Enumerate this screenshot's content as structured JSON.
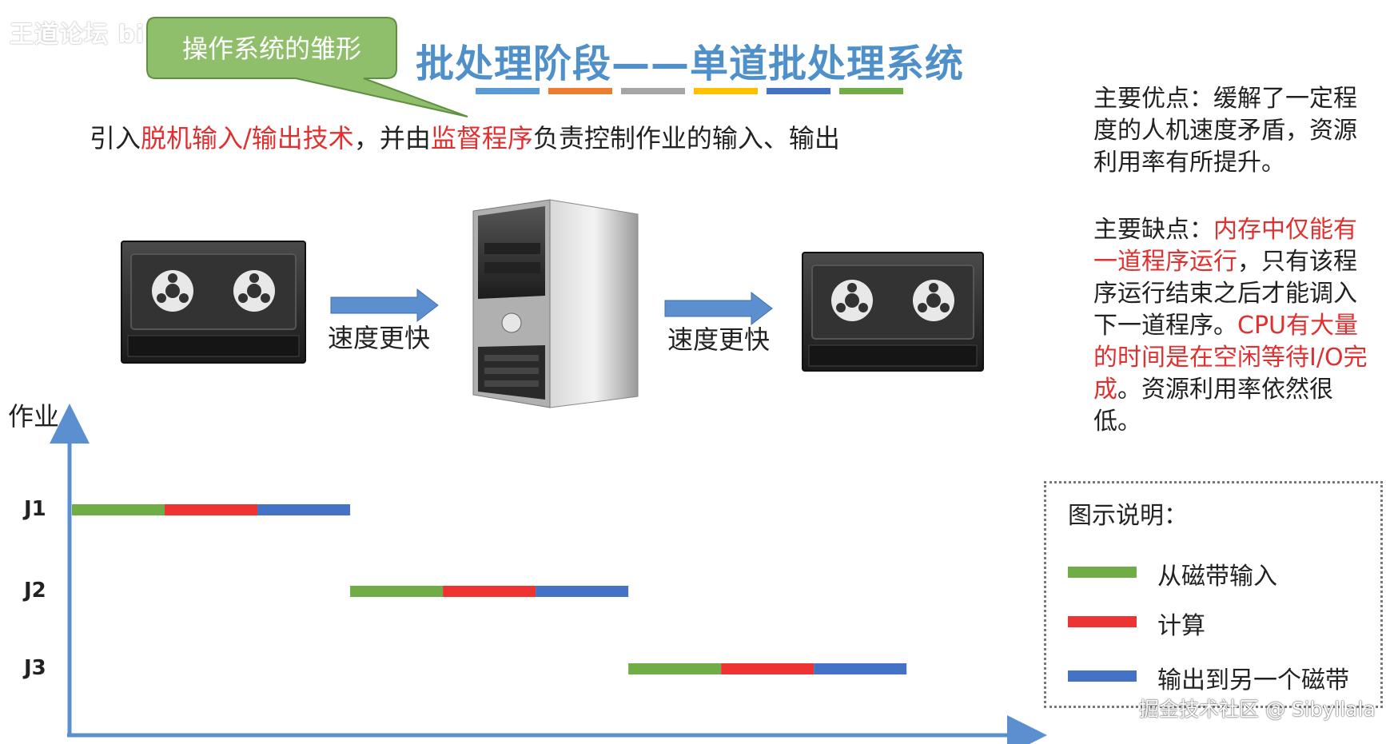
{
  "watermark_top_left": "王道论坛 bilibili",
  "callout": "操作系统的雏形",
  "title": "批处理阶段——单道批处理系统",
  "title_bar_colors": [
    "#5b9bd5",
    "#ed7d31",
    "#a5a5a5",
    "#ffc000",
    "#4472c4",
    "#70ad47"
  ],
  "subtitle": {
    "p1": "引入",
    "p2": "脱机输入/输出技术",
    "p3": "，并由",
    "p4": "监督程序",
    "p5": "负责控制作业的输入、输出"
  },
  "advantages": "主要优点：缓解了一定程度的人机速度矛盾，资源利用率有所提升。",
  "disadvantages": {
    "label": "主要缺点：",
    "red1": "内存中仅能有一道程序运行",
    "normal1": "，只有该程序运行结束之后才能调入下一道程序。",
    "red2": "CPU有大量的时间是在空闲等待I/O完成",
    "normal2": "。资源利用率依然很低。"
  },
  "arrow_labels": [
    "速度更快",
    "速度更快"
  ],
  "icons": {
    "left_device": "tape-drive-icon",
    "center_device": "computer-tower-icon",
    "right_device": "tape-drive-icon",
    "arrow": "right-arrow-icon"
  },
  "chart_data": {
    "type": "gantt",
    "ylabel": "作业",
    "jobs": [
      {
        "name": "J1",
        "segments": [
          {
            "phase": "input",
            "start": 0,
            "end": 1
          },
          {
            "phase": "compute",
            "start": 1,
            "end": 2
          },
          {
            "phase": "output",
            "start": 2,
            "end": 3
          }
        ]
      },
      {
        "name": "J2",
        "segments": [
          {
            "phase": "input",
            "start": 3,
            "end": 4
          },
          {
            "phase": "compute",
            "start": 4,
            "end": 5
          },
          {
            "phase": "output",
            "start": 5,
            "end": 6
          }
        ]
      },
      {
        "name": "J3",
        "segments": [
          {
            "phase": "input",
            "start": 6,
            "end": 7
          },
          {
            "phase": "compute",
            "start": 7,
            "end": 8
          },
          {
            "phase": "output",
            "start": 8,
            "end": 9
          }
        ]
      }
    ],
    "xlim": [
      0,
      10.3
    ],
    "colors": {
      "input": "#70ad47",
      "compute": "#ee3333",
      "output": "#4472c4"
    }
  },
  "legend": {
    "title": "图示说明：",
    "items": [
      {
        "label": "从磁带输入",
        "color": "#70ad47"
      },
      {
        "label": "计算",
        "color": "#ee3333"
      },
      {
        "label": "输出到另一个磁带",
        "color": "#4472c4"
      }
    ]
  },
  "watermark_bottom_right": "掘金技术社区 @ Sibyllala"
}
